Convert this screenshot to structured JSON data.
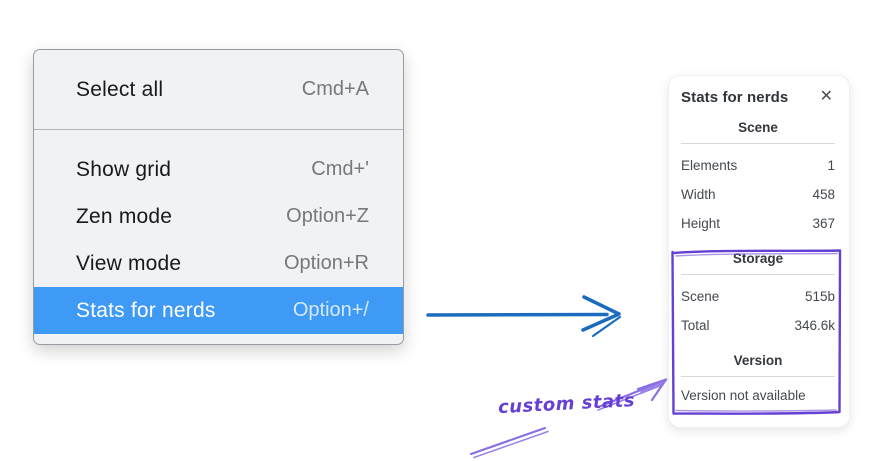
{
  "context_menu": {
    "items": [
      {
        "label": "Select all",
        "shortcut": "Cmd+A",
        "highlighted": false
      },
      {
        "label": "Show grid",
        "shortcut": "Cmd+'",
        "highlighted": false
      },
      {
        "label": "Zen mode",
        "shortcut": "Option+Z",
        "highlighted": false
      },
      {
        "label": "View mode",
        "shortcut": "Option+R",
        "highlighted": false
      },
      {
        "label": "Stats for nerds",
        "shortcut": "Option+/",
        "highlighted": true
      }
    ]
  },
  "stats_panel": {
    "title": "Stats for nerds",
    "close_glyph": "✕",
    "scene": {
      "heading": "Scene",
      "rows": [
        {
          "label": "Elements",
          "value": "1"
        },
        {
          "label": "Width",
          "value": "458"
        },
        {
          "label": "Height",
          "value": "367"
        }
      ]
    },
    "storage": {
      "heading": "Storage",
      "rows": [
        {
          "label": "Scene",
          "value": "515b"
        },
        {
          "label": "Total",
          "value": "346.6k"
        }
      ]
    },
    "version": {
      "heading": "Version",
      "note": "Version not available"
    }
  },
  "annotation": {
    "label": "custom stats"
  },
  "colors": {
    "menu_highlight": "#3e9af4",
    "arrow_blue": "#1b6cbe",
    "annotation_purple": "#6640d4",
    "annotation_purple_light": "#8b6fe3"
  }
}
